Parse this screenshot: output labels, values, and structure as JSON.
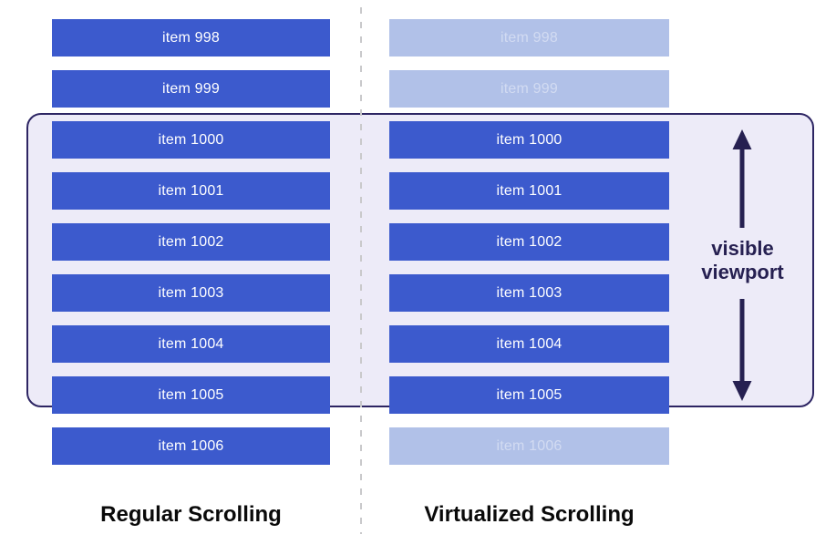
{
  "columns": {
    "left": {
      "caption": "Regular Scrolling",
      "items": [
        {
          "label": "item 998",
          "state": "rendered"
        },
        {
          "label": "item 999",
          "state": "rendered"
        },
        {
          "label": "item 1000",
          "state": "rendered"
        },
        {
          "label": "item 1001",
          "state": "rendered"
        },
        {
          "label": "item 1002",
          "state": "rendered"
        },
        {
          "label": "item 1003",
          "state": "rendered"
        },
        {
          "label": "item 1004",
          "state": "rendered"
        },
        {
          "label": "item 1005",
          "state": "rendered"
        },
        {
          "label": "item 1006",
          "state": "rendered"
        }
      ]
    },
    "right": {
      "caption": "Virtualized Scrolling",
      "items": [
        {
          "label": "item 998",
          "state": "virtualized"
        },
        {
          "label": "item 999",
          "state": "virtualized"
        },
        {
          "label": "item 1000",
          "state": "rendered"
        },
        {
          "label": "item 1001",
          "state": "rendered"
        },
        {
          "label": "item 1002",
          "state": "rendered"
        },
        {
          "label": "item 1003",
          "state": "rendered"
        },
        {
          "label": "item 1004",
          "state": "rendered"
        },
        {
          "label": "item 1005",
          "state": "rendered"
        },
        {
          "label": "item 1006",
          "state": "virtualized"
        }
      ]
    }
  },
  "viewport_overlay": {
    "label_lines": [
      "visible",
      "viewport"
    ],
    "covers_items": [
      "item 1000",
      "item 1005"
    ]
  },
  "icons": {
    "arrow_up": "arrow-up-icon",
    "arrow_down": "arrow-down-icon"
  },
  "colors": {
    "item_rendered": "#3c5acd",
    "item_virtualized": "#b1c1e8",
    "item_text": "#ffffff",
    "viewport_fill": "#edebf8",
    "viewport_border": "#2d2563",
    "arrow": "#262051",
    "divider": "#c9c9cb",
    "caption_text": "#0a0a0a"
  }
}
